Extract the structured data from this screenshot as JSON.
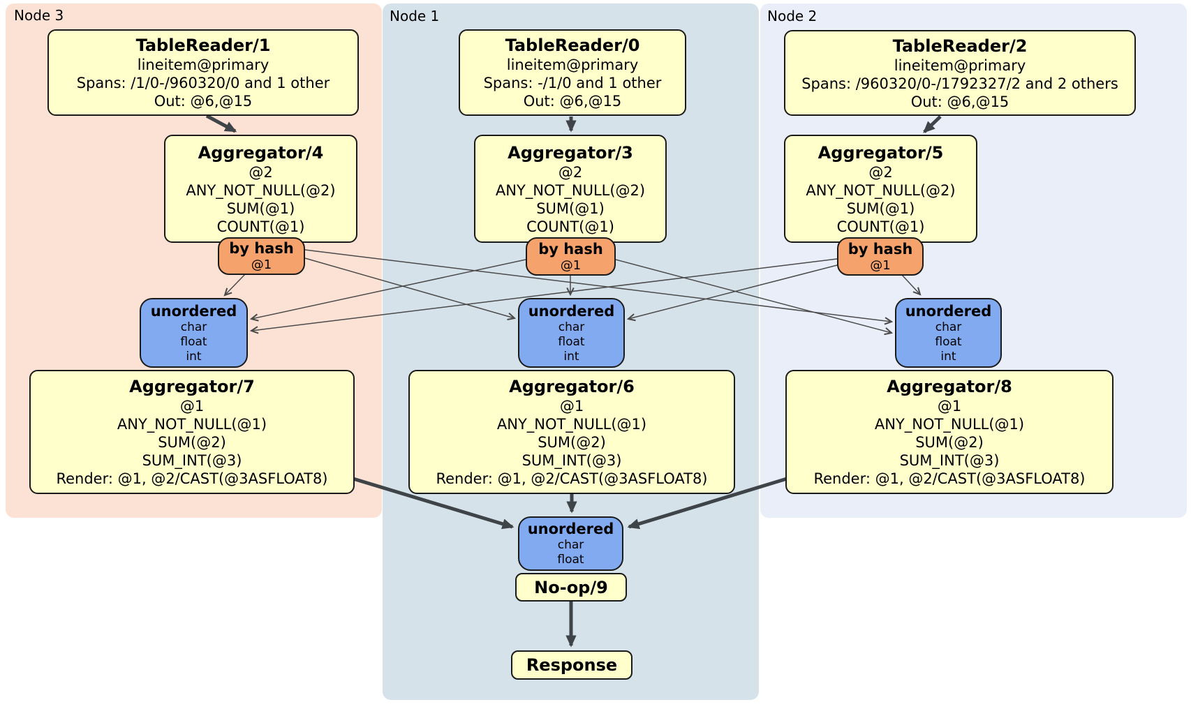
{
  "nodes": [
    {
      "label": "Node 3",
      "reader": {
        "title": "TableReader/1",
        "lines": [
          "lineitem@primary",
          "Spans: /1/0-/960320/0 and 1 other",
          "Out: @6,@15"
        ]
      },
      "agg_upper": {
        "title": "Aggregator/4",
        "lines": [
          "@2",
          "ANY_NOT_NULL(@2)",
          "SUM(@1)",
          "COUNT(@1)"
        ]
      },
      "router": {
        "title": "by hash",
        "detail": "@1"
      },
      "sync": {
        "title": "unordered",
        "lines": [
          "char",
          "float",
          "int"
        ]
      },
      "agg_lower": {
        "title": "Aggregator/7",
        "lines": [
          "@1",
          "ANY_NOT_NULL(@1)",
          "SUM(@2)",
          "SUM_INT(@3)",
          "Render: @1, @2/CAST(@3ASFLOAT8)"
        ]
      }
    },
    {
      "label": "Node 1",
      "reader": {
        "title": "TableReader/0",
        "lines": [
          "lineitem@primary",
          "Spans: -/1/0 and 1 other",
          "Out: @6,@15"
        ]
      },
      "agg_upper": {
        "title": "Aggregator/3",
        "lines": [
          "@2",
          "ANY_NOT_NULL(@2)",
          "SUM(@1)",
          "COUNT(@1)"
        ]
      },
      "router": {
        "title": "by hash",
        "detail": "@1"
      },
      "sync": {
        "title": "unordered",
        "lines": [
          "char",
          "float",
          "int"
        ]
      },
      "agg_lower": {
        "title": "Aggregator/6",
        "lines": [
          "@1",
          "ANY_NOT_NULL(@1)",
          "SUM(@2)",
          "SUM_INT(@3)",
          "Render: @1, @2/CAST(@3ASFLOAT8)"
        ]
      }
    },
    {
      "label": "Node 2",
      "reader": {
        "title": "TableReader/2",
        "lines": [
          "lineitem@primary",
          "Spans: /960320/0-/1792327/2 and 2 others",
          "Out: @6,@15"
        ]
      },
      "agg_upper": {
        "title": "Aggregator/5",
        "lines": [
          "@2",
          "ANY_NOT_NULL(@2)",
          "SUM(@1)",
          "COUNT(@1)"
        ]
      },
      "router": {
        "title": "by hash",
        "detail": "@1"
      },
      "sync": {
        "title": "unordered",
        "lines": [
          "char",
          "float",
          "int"
        ]
      },
      "agg_lower": {
        "title": "Aggregator/8",
        "lines": [
          "@1",
          "ANY_NOT_NULL(@1)",
          "SUM(@2)",
          "SUM_INT(@3)",
          "Render: @1, @2/CAST(@3ASFLOAT8)"
        ]
      }
    }
  ],
  "final": {
    "sync": {
      "title": "unordered",
      "lines": [
        "char",
        "float"
      ]
    },
    "noop": {
      "title": "No-op/9"
    },
    "response": {
      "title": "Response"
    }
  },
  "colors": {
    "node3_bg": "#fce2d4",
    "node1_bg": "#d6e2ea",
    "node2_bg": "#eaeef8",
    "processor_fill": "#ffffcc",
    "router_fill": "#f5a26d",
    "sync_fill": "#81aaf1",
    "edge_thin": "#4a4a4a",
    "edge_thick": "#3f4449"
  }
}
